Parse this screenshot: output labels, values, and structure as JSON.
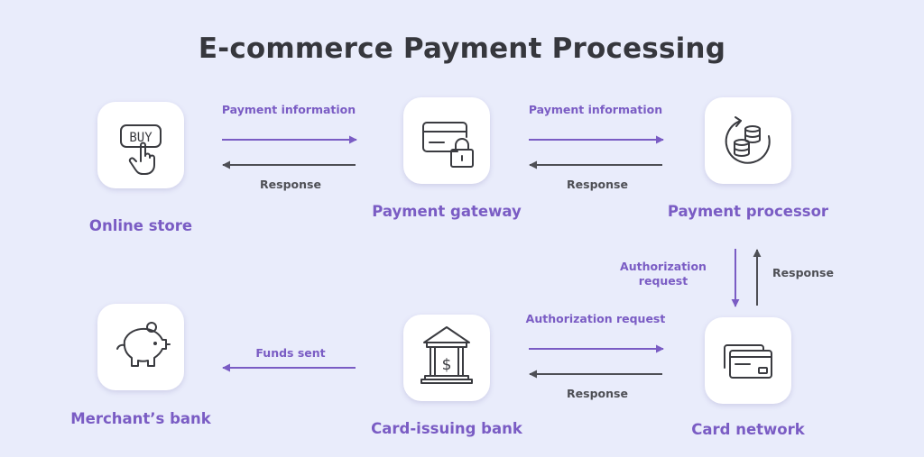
{
  "title": "E-commerce Payment Processing",
  "colors": {
    "forward": "#7a5cc4",
    "back": "#4e4f55",
    "icon": "#3a3b40"
  },
  "nodes": {
    "online_store": {
      "label": "Online store",
      "icon": "buy-click-icon"
    },
    "payment_gateway": {
      "label": "Payment gateway",
      "icon": "card-lock-icon"
    },
    "payment_processor": {
      "label": "Payment processor",
      "icon": "coins-cycle-icon"
    },
    "card_network": {
      "label": "Card network",
      "icon": "cards-icon"
    },
    "card_issuing_bank": {
      "label": "Card-issuing bank",
      "icon": "bank-icon"
    },
    "merchants_bank": {
      "label": "Merchant’s bank",
      "icon": "piggy-bank-icon"
    }
  },
  "edges": {
    "store_to_gateway": "Payment information",
    "gateway_to_store": "Response",
    "gateway_to_processor": "Payment information",
    "processor_to_gateway": "Response",
    "processor_to_network": "Authorization request",
    "network_to_processor": "Response",
    "issuer_to_network": "Authorization request",
    "network_to_issuer": "Response",
    "issuer_to_merchant": "Funds sent"
  }
}
